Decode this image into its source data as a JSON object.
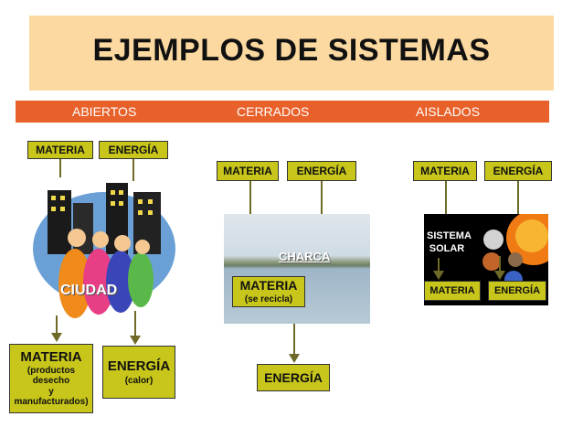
{
  "title": "EJEMPLOS DE SISTEMAS",
  "categories": {
    "open": "ABIERTOS",
    "closed": "CERRADOS",
    "isolated": "AISLADOS"
  },
  "open": {
    "materia_top": "MATERIA",
    "energia_top": "ENERGÍA",
    "city_label": "CIUDAD",
    "materia_bottom": "MATERIA",
    "materia_bottom_detail": [
      "(productos",
      "desecho",
      "y",
      "manufacturados)"
    ],
    "energia_bottom": "ENERGÍA",
    "energia_bottom_detail": "(calor)"
  },
  "closed": {
    "materia_top": "MATERIA",
    "energia_top": "ENERGÍA",
    "pond_label": "CHARCA",
    "materia_inner": "MATERIA",
    "materia_inner_detail": "(se recicla)",
    "energia_bottom": "ENERGÍA"
  },
  "isolated": {
    "materia_top": "MATERIA",
    "energia_top": "ENERGÍA",
    "system_label": [
      "SISTEMA",
      "SOLAR"
    ],
    "materia_inner": "MATERIA",
    "energia_inner": "ENERGÍA"
  },
  "colors": {
    "title_bg": "#fcd9a0",
    "category_bg": "#e8612a",
    "box_bg": "#c8c61a",
    "arrow": "#6f6a28"
  }
}
